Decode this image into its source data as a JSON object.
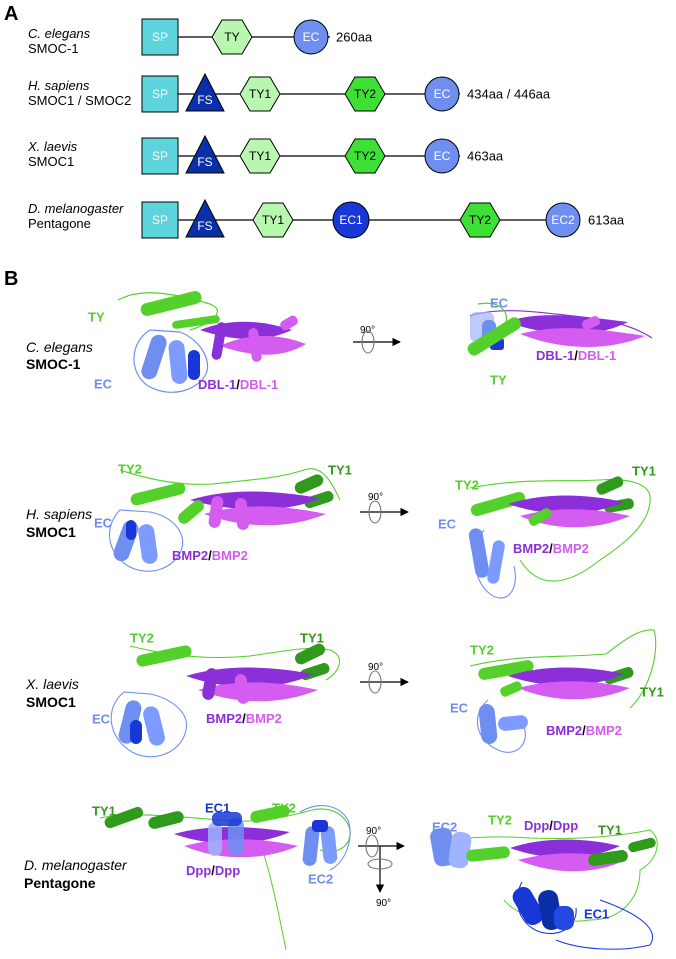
{
  "colors": {
    "sp": "#5dd3dc",
    "fs": "#0b2fa8",
    "ty_light": "#b9f7b0",
    "ty_bright": "#3ee035",
    "ec": "#6f8ff0",
    "ec_dark": "#1737d6",
    "green_label": "#53d12a",
    "dark_green_label": "#2f9a1c",
    "blue_label": "#6f8ff0",
    "dark_blue_label": "#1737d6",
    "purple": "#8b2fd8",
    "magenta": "#d45cf0"
  },
  "panel_a": {
    "letter": "A",
    "rows": [
      {
        "species": "C. elegans",
        "protein": "SMOC-1",
        "domains": [
          {
            "type": "square",
            "label": "SP",
            "color": "sp"
          },
          {
            "type": "hexagon",
            "label": "TY",
            "color": "ty_light"
          },
          {
            "type": "circle",
            "label": "EC",
            "color": "ec"
          }
        ],
        "length": "260aa"
      },
      {
        "species": "H. sapiens",
        "protein": "SMOC1 / SMOC2",
        "domains": [
          {
            "type": "square",
            "label": "SP",
            "color": "sp"
          },
          {
            "type": "triangle",
            "label": "FS",
            "color": "fs"
          },
          {
            "type": "hexagon",
            "label": "TY1",
            "color": "ty_light"
          },
          {
            "type": "hexagon",
            "label": "TY2",
            "color": "ty_bright"
          },
          {
            "type": "circle",
            "label": "EC",
            "color": "ec"
          }
        ],
        "length": "434aa / 446aa"
      },
      {
        "species": "X. laevis",
        "protein": "SMOC1",
        "domains": [
          {
            "type": "square",
            "label": "SP",
            "color": "sp"
          },
          {
            "type": "triangle",
            "label": "FS",
            "color": "fs"
          },
          {
            "type": "hexagon",
            "label": "TY1",
            "color": "ty_light"
          },
          {
            "type": "hexagon",
            "label": "TY2",
            "color": "ty_bright"
          },
          {
            "type": "circle",
            "label": "EC",
            "color": "ec"
          }
        ],
        "length": "463aa"
      },
      {
        "species": "D. melanogaster",
        "protein": "Pentagone",
        "domains": [
          {
            "type": "square",
            "label": "SP",
            "color": "sp"
          },
          {
            "type": "triangle",
            "label": "FS",
            "color": "fs"
          },
          {
            "type": "hexagon",
            "label": "TY1",
            "color": "ty_light"
          },
          {
            "type": "circle",
            "label": "EC1",
            "color": "ec_dark"
          },
          {
            "type": "hexagon",
            "label": "TY2",
            "color": "ty_bright"
          },
          {
            "type": "circle",
            "label": "EC2",
            "color": "ec"
          }
        ],
        "length": "613aa"
      }
    ]
  },
  "panel_b": {
    "letter": "B",
    "rotation_label": "90°",
    "rows": [
      {
        "species": "C. elegans",
        "protein": "SMOC-1",
        "left_labels": {
          "ty": "TY",
          "ec": "EC",
          "ligand_a": "DBL-1",
          "slash": "/",
          "ligand_b": "DBL-1"
        },
        "right_labels": {
          "ty": "TY",
          "ec": "EC",
          "ligand_a": "DBL-1",
          "slash": "/",
          "ligand_b": "DBL-1"
        }
      },
      {
        "species": "H. sapiens",
        "protein": "SMOC1",
        "left_labels": {
          "ty2": "TY2",
          "ty1": "TY1",
          "ec": "EC",
          "ligand_a": "BMP2",
          "slash": "/",
          "ligand_b": "BMP2"
        },
        "right_labels": {
          "ty2": "TY2",
          "ty1": "TY1",
          "ec": "EC",
          "ligand_a": "BMP2",
          "slash": "/",
          "ligand_b": "BMP2"
        }
      },
      {
        "species": "X. laevis",
        "protein": "SMOC1",
        "left_labels": {
          "ty2": "TY2",
          "ty1": "TY1",
          "ec": "EC",
          "ligand_a": "BMP2",
          "slash": "/",
          "ligand_b": "BMP2"
        },
        "right_labels": {
          "ty2": "TY2",
          "ty1": "TY1",
          "ec": "EC",
          "ligand_a": "BMP2",
          "slash": "/",
          "ligand_b": "BMP2"
        }
      },
      {
        "species": "D. melanogaster",
        "protein": "Pentagone",
        "left_labels": {
          "ty1": "TY1",
          "ec1": "EC1",
          "ty2": "TY2",
          "ec2": "EC2",
          "ligand_a": "Dpp",
          "slash": "/",
          "ligand_b": "Dpp"
        },
        "right_labels": {
          "ec2": "EC2",
          "ty2": "TY2",
          "ty1": "TY1",
          "ec1": "EC1",
          "ligand_a": "Dpp",
          "slash": "/",
          "ligand_b": "Dpp"
        },
        "second_rotation_label": "90°"
      }
    ]
  }
}
